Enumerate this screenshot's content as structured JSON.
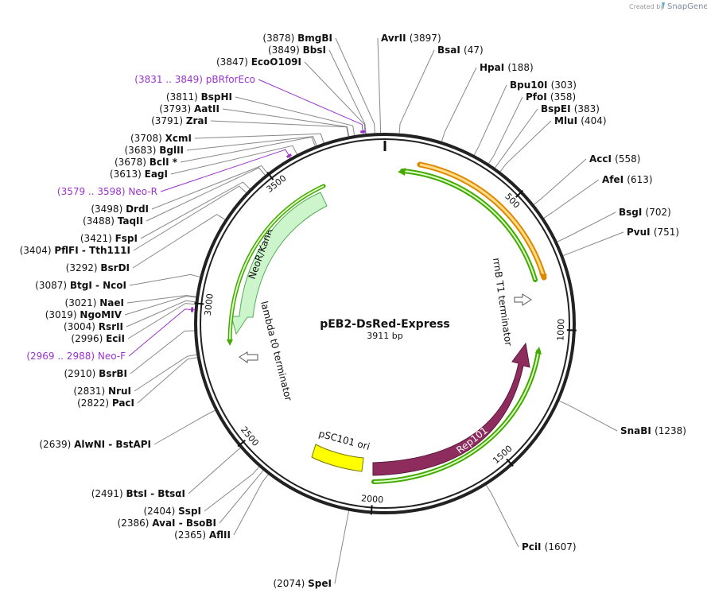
{
  "branding": {
    "created_by": "Created by",
    "brand": "SnapGene"
  },
  "plasmid": {
    "name": "pEB2-DsRed-Express",
    "size_label": "3911 bp",
    "length_bp": 3911
  },
  "colors": {
    "backbone": "#222222",
    "primer": "#9933cc",
    "rep101": "#8e2c5e",
    "neor": "#ccf5cc",
    "ori": "#ffff00",
    "promoter_outline": "#44aa00",
    "terminator": "#dd8800"
  },
  "ticks": [
    {
      "label": "500",
      "bp": 500
    },
    {
      "label": "1000",
      "bp": 1000
    },
    {
      "label": "1500",
      "bp": 1500
    },
    {
      "label": "2000",
      "bp": 2000
    },
    {
      "label": "2500",
      "bp": 2500
    },
    {
      "label": "3000",
      "bp": 3000
    },
    {
      "label": "3500",
      "bp": 3500
    }
  ],
  "features": [
    {
      "label": "rrnB T1 terminator",
      "type": "terminator"
    },
    {
      "label": "Rep101",
      "type": "cds"
    },
    {
      "label": "pSC101 ori",
      "type": "rep_origin"
    },
    {
      "label": "NeoR/KanR",
      "type": "cds"
    },
    {
      "label": "lambda t0 terminator",
      "type": "terminator"
    }
  ],
  "sites_left": [
    {
      "pos": "(3878)",
      "name": "BmgBI",
      "bp": 3878
    },
    {
      "pos": "(3849)",
      "name": "BbsI",
      "bp": 3849
    },
    {
      "pos": "(3847)",
      "name": "EcoO109I",
      "bp": 3847
    },
    {
      "pos": "(3831 .. 3849)",
      "name": "pBRforEco",
      "bp": 3840,
      "primer": true
    },
    {
      "pos": "(3811)",
      "name": "BspHI",
      "bp": 3811
    },
    {
      "pos": "(3793)",
      "name": "AatII",
      "bp": 3793
    },
    {
      "pos": "(3791)",
      "name": "ZraI",
      "bp": 3791
    },
    {
      "pos": "(3708)",
      "name": "XcmI",
      "bp": 3708
    },
    {
      "pos": "(3683)",
      "name": "BglII",
      "bp": 3683
    },
    {
      "pos": "(3678)",
      "name": "BclI *",
      "bp": 3678
    },
    {
      "pos": "(3613)",
      "name": "EagI",
      "bp": 3613
    },
    {
      "pos": "(3579 .. 3598)",
      "name": "Neo-R",
      "bp": 3588,
      "primer": true
    },
    {
      "pos": "(3498)",
      "name": "DrdI",
      "bp": 3498
    },
    {
      "pos": "(3488)",
      "name": "TaqII",
      "bp": 3488
    },
    {
      "pos": "(3421)",
      "name": "FspI",
      "bp": 3421
    },
    {
      "pos": "(3404)",
      "name": "PflFI  - Tth111I",
      "bp": 3404
    },
    {
      "pos": "(3292)",
      "name": "BsrDI",
      "bp": 3292
    },
    {
      "pos": "(3087)",
      "name": "BtgI  - NcoI",
      "bp": 3087
    },
    {
      "pos": "(3021)",
      "name": "NaeI",
      "bp": 3021
    },
    {
      "pos": "(3019)",
      "name": "NgoMIV",
      "bp": 3019
    },
    {
      "pos": "(3004)",
      "name": "RsrII",
      "bp": 3004
    },
    {
      "pos": "(2996)",
      "name": "EciI",
      "bp": 2996
    },
    {
      "pos": "(2969 .. 2988)",
      "name": "Neo-F",
      "bp": 2978,
      "primer": true
    },
    {
      "pos": "(2910)",
      "name": "BsrBI",
      "bp": 2910
    },
    {
      "pos": "(2831)",
      "name": "NruI",
      "bp": 2831
    },
    {
      "pos": "(2822)",
      "name": "PacI",
      "bp": 2822
    },
    {
      "pos": "(2639)",
      "name": "AlwNI  - BstAPI",
      "bp": 2639
    },
    {
      "pos": "(2491)",
      "name": "BtsI  - BtsαI",
      "bp": 2491
    },
    {
      "pos": "(2404)",
      "name": "SspI",
      "bp": 2404
    },
    {
      "pos": "(2386)",
      "name": "AvaI  - BsoBI",
      "bp": 2386
    },
    {
      "pos": "(2365)",
      "name": "AflII",
      "bp": 2365
    },
    {
      "pos": "(2074)",
      "name": "SpeI",
      "bp": 2074
    }
  ],
  "sites_right": [
    {
      "name": "AvrII",
      "pos": "(3897)",
      "bp": 3897
    },
    {
      "name": "BsaI",
      "pos": "(47)",
      "bp": 47
    },
    {
      "name": "HpaI",
      "pos": "(188)",
      "bp": 188
    },
    {
      "name": "Bpu10I",
      "pos": "(303)",
      "bp": 303
    },
    {
      "name": "PfoI",
      "pos": "(358)",
      "bp": 358
    },
    {
      "name": "BspEI",
      "pos": "(383)",
      "bp": 383
    },
    {
      "name": "MluI",
      "pos": "(404)",
      "bp": 404
    },
    {
      "name": "AccI",
      "pos": "(558)",
      "bp": 558
    },
    {
      "name": "AfeI",
      "pos": "(613)",
      "bp": 613
    },
    {
      "name": "BsgI",
      "pos": "(702)",
      "bp": 702
    },
    {
      "name": "PvuI",
      "pos": "(751)",
      "bp": 751
    },
    {
      "name": "SnaBI",
      "pos": "(1238)",
      "bp": 1238
    },
    {
      "name": "PciI",
      "pos": "(1607)",
      "bp": 1607
    }
  ]
}
